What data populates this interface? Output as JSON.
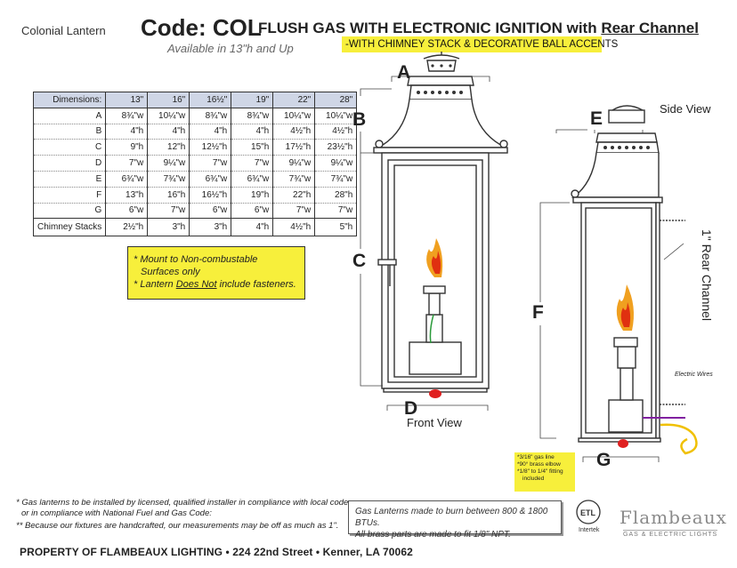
{
  "header": {
    "product_name": "Colonial Lantern",
    "code": "Code: COL",
    "headline_main": "FLUSH GAS WITH ELECTRONIC IGNITION with ",
    "headline_underlined": "Rear Channel",
    "chimney_note": "-WITH CHIMNEY STACK & DECORATIVE BALL ACCENTS",
    "available": "Available in 13\"h and Up"
  },
  "dimensions": {
    "header_label": "Dimensions:",
    "sizes": [
      "13\"",
      "16\"",
      "16½\"",
      "19\"",
      "22\"",
      "28\""
    ],
    "rows": [
      {
        "label": "A",
        "values": [
          "8¾\"w",
          "10¼\"w",
          "8¾\"w",
          "8¾\"w",
          "10¼\"w",
          "10¼\"w"
        ]
      },
      {
        "label": "B",
        "values": [
          "4\"h",
          "4\"h",
          "4\"h",
          "4\"h",
          "4½\"h",
          "4½\"h"
        ]
      },
      {
        "label": "C",
        "values": [
          "9\"h",
          "12\"h",
          "12½\"h",
          "15\"h",
          "17½\"h",
          "23½\"h"
        ]
      },
      {
        "label": "D",
        "values": [
          "7\"w",
          "9¼\"w",
          "7\"w",
          "7\"w",
          "9¼\"w",
          "9¼\"w"
        ]
      },
      {
        "label": "E",
        "values": [
          "6¾\"w",
          "7¾\"w",
          "6¾\"w",
          "6¾\"w",
          "7¾\"w",
          "7¾\"w"
        ]
      },
      {
        "label": "F",
        "values": [
          "13\"h",
          "16\"h",
          "16½\"h",
          "19\"h",
          "22\"h",
          "28\"h"
        ]
      },
      {
        "label": "G",
        "values": [
          "6\"w",
          "7\"w",
          "6\"w",
          "6\"w",
          "7\"w",
          "7\"w"
        ]
      }
    ],
    "chimney_row": {
      "label": "Chimney Stacks",
      "values": [
        "2½\"h",
        "3\"h",
        "3\"h",
        "4\"h",
        "4½\"h",
        "5\"h"
      ]
    }
  },
  "notes": {
    "line1": "*  Mount to Non-combustable",
    "line2": "   Surfaces only",
    "line3_prefix": "*  Lantern ",
    "line3_underlined": "Does Not",
    "line3_suffix": " include fasteners."
  },
  "diagram": {
    "front_label": "Front View",
    "side_label": "Side View",
    "rear_channel": "1\" Rear Channel",
    "electric_wires": "Electric Wires",
    "letters": {
      "A": "A",
      "B": "B",
      "C": "C",
      "D": "D",
      "E": "E",
      "F": "F",
      "G": "G"
    },
    "gas_fittings": [
      "*3/16\" gas line",
      "*90° brass elbow",
      "*1/8\" to 1/4\" fitting",
      "  included"
    ],
    "colors": {
      "flame_outer": "#f0a020",
      "flame_inner": "#e03010",
      "red_cap": "#e02020",
      "wire_green": "#2a9a3a",
      "wire_purple": "#8020a0",
      "wire_yellow": "#f0c000"
    }
  },
  "footer": {
    "footnote1_line1": "* Gas lanterns to be installed by licensed, qualified installer in compliance with local codes,",
    "footnote1_line2": "  or in compliance with National Fuel and Gas Code:",
    "footnote2": "** Because our fixtures are handcrafted, our measurements may be off as much as 1\".",
    "property": "PROPERTY OF FLAMBEAUX LIGHTING • 224 22nd Street • Kenner, LA 70062",
    "gas_line1": "Gas Lanterns made to burn between 800 & 1800 BTUs.",
    "gas_line2": "All brass parts are made to fit 1/8\" NPT.",
    "cert_mark": "Intertek",
    "brand": "Flambeaux",
    "brand_sub": "GAS & ELECTRIC LIGHTS"
  }
}
